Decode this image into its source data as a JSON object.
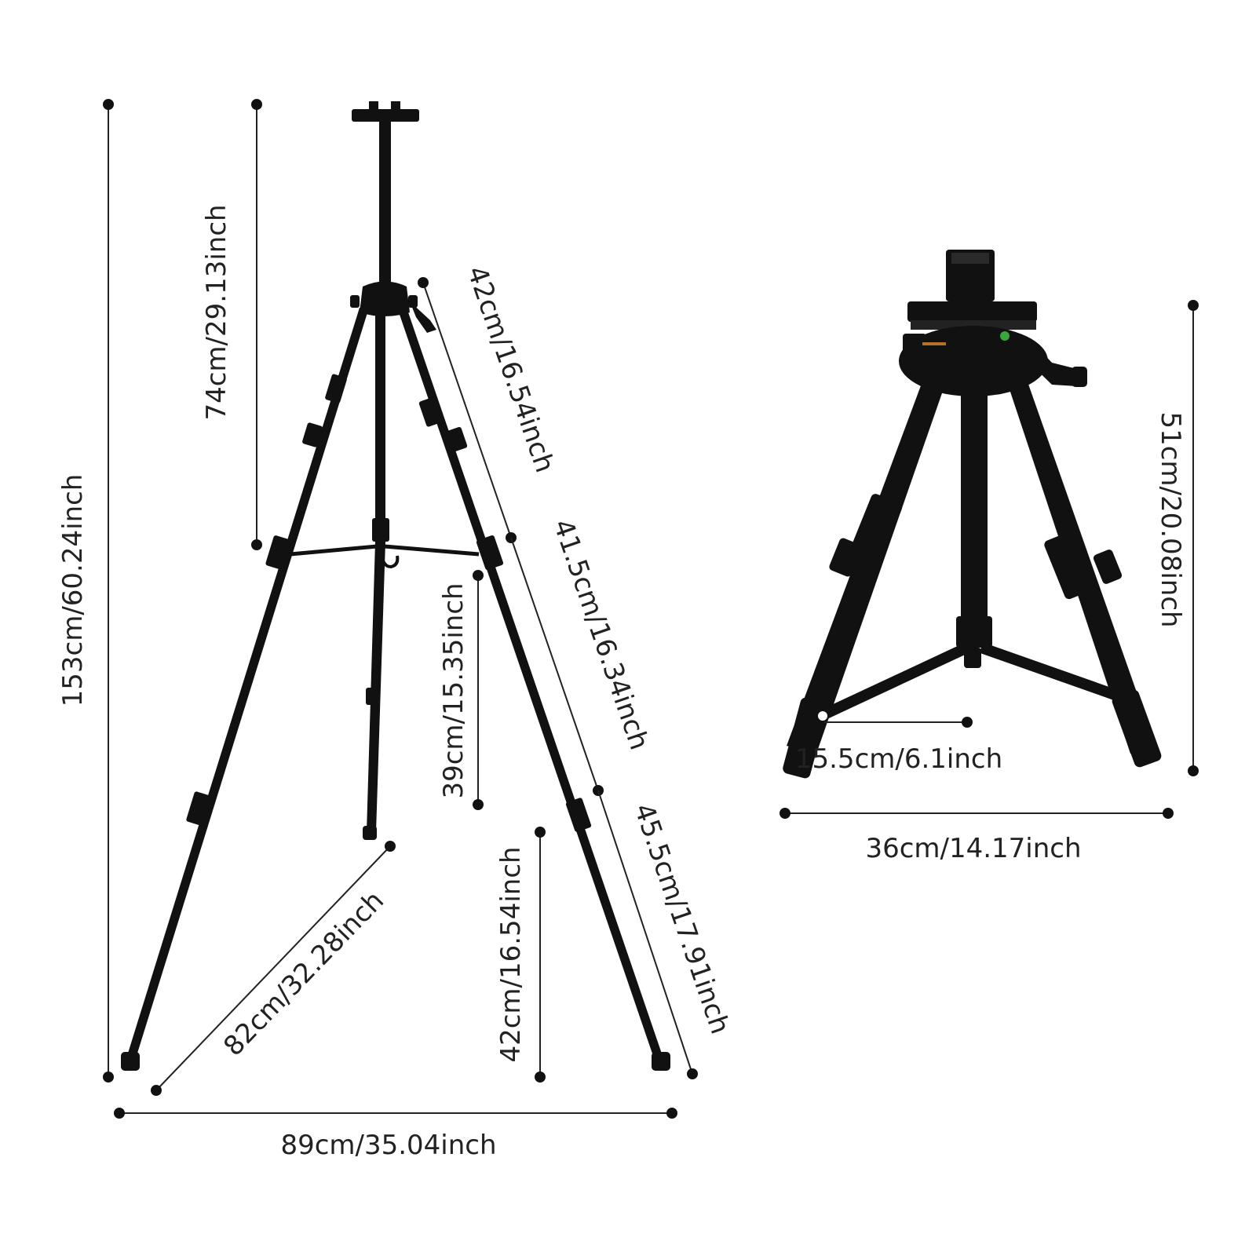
{
  "colors": {
    "background": "#ffffff",
    "product": "#111111",
    "dimension": "#222222"
  },
  "easel": {
    "total_height": "153cm/60.24inch",
    "upper_section": "74cm/29.13inch",
    "leg_section_top": "42cm/16.54inch",
    "leg_section_middle": "41.5cm/16.34inch",
    "leg_section_bottom": "45.5cm/17.91inch",
    "center_leg_upper": "39cm/15.35inch",
    "center_leg_lower": "42cm/16.54inch",
    "diagonal_span": "82cm/32.28inch",
    "base_width": "89cm/35.04inch"
  },
  "folded": {
    "height": "51cm/20.08inch",
    "brace_length": "15.5cm/6.1inch",
    "base_width": "36cm/14.17inch"
  }
}
